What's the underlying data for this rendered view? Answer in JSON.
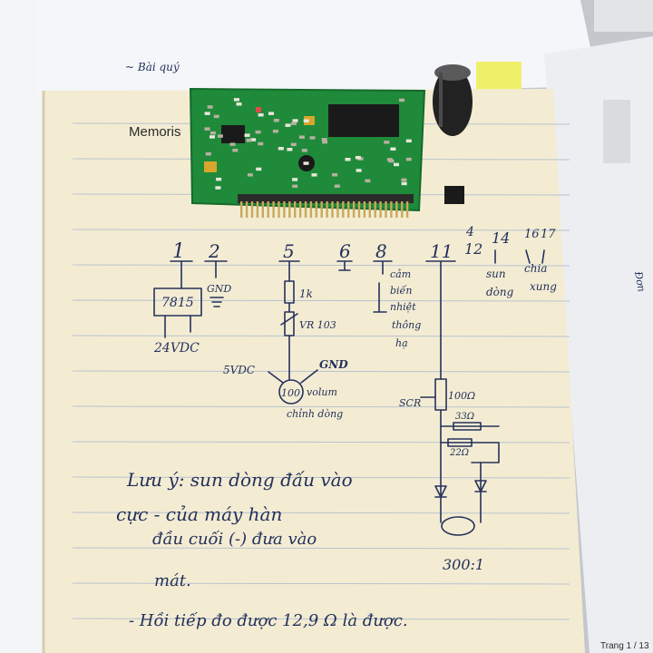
{
  "printed": {
    "notebook_label": "Memoris",
    "page_footer": "Trang 1 / 13"
  },
  "corner_notes": {
    "top_left": "~ Bài quý",
    "right_edge": "Đơn"
  },
  "pin_header": {
    "numbers": [
      "1",
      "2",
      "5",
      "6",
      "8",
      "11",
      "4",
      "12",
      "14",
      "16",
      "17"
    ]
  },
  "pin_notes": {
    "regulator": "7815",
    "supply": "24VDC",
    "ground": "GND",
    "resistor_1k": "1k",
    "trimmer": "VR 103",
    "supply_5v": "5VDC",
    "ground_right": "GND",
    "pot": "100",
    "pot_note_1": "volum",
    "pot_note_2": "chỉnh dòng",
    "pin8_note": [
      "cảm",
      "biến",
      "nhiệt",
      "thông",
      "hạ"
    ],
    "sun_note": [
      "sun",
      "dòng"
    ],
    "chia_note": [
      "chia",
      "xung"
    ],
    "scr": "SCR",
    "resistor_100": "100Ω",
    "resistor_33": "33Ω",
    "resistor_22": "22Ω",
    "ratio": "300:1"
  },
  "notes": {
    "line1": "Lưu ý: sun dòng đấu vào",
    "line2": "cực - của máy hàn",
    "line3": "đầu cuối (-) đưa vào",
    "line4": "mát.",
    "line5": "- Hồi tiếp đo được 12,9 Ω là được."
  },
  "colors": {
    "paper": "#f3ecd3",
    "ruled_line": "#b9c3cf",
    "ink": "#26315c",
    "pcb_green": "#1f8a3a",
    "pin_gold": "#c9a95a",
    "capacitor": "#222222"
  }
}
